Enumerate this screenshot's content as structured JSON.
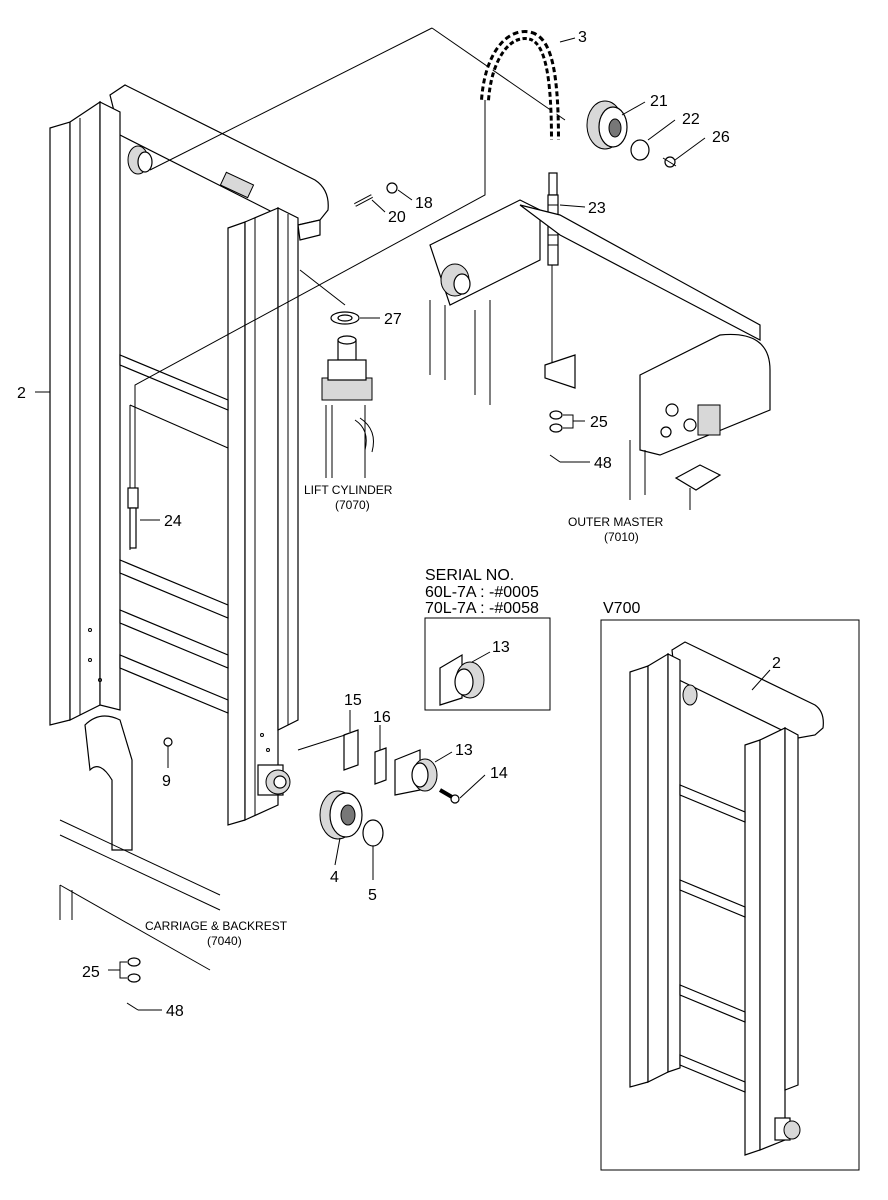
{
  "callouts": {
    "c3": "3",
    "c21": "21",
    "c22": "22",
    "c26": "26",
    "c18": "18",
    "c20": "20",
    "c23": "23",
    "c27": "27",
    "c2": "2",
    "c24": "24",
    "c25a": "25",
    "c48a": "48",
    "c13a": "13",
    "c15": "15",
    "c16": "16",
    "c13b": "13",
    "c14": "14",
    "c9": "9",
    "c4": "4",
    "c5": "5",
    "c25b": "25",
    "c48b": "48",
    "c2b": "2"
  },
  "labels": {
    "lift_cylinder": "LIFT CYLINDER",
    "lift_cylinder_code": "(7070)",
    "outer_master": "OUTER MASTER",
    "outer_master_code": "(7010)",
    "carriage": "CARRIAGE & BACKREST",
    "carriage_code": "(7040)",
    "serial_title": "SERIAL NO.",
    "serial_line1": "60L-7A : -#0005",
    "serial_line2": "70L-7A : -#0058",
    "inset_title": "V700"
  }
}
